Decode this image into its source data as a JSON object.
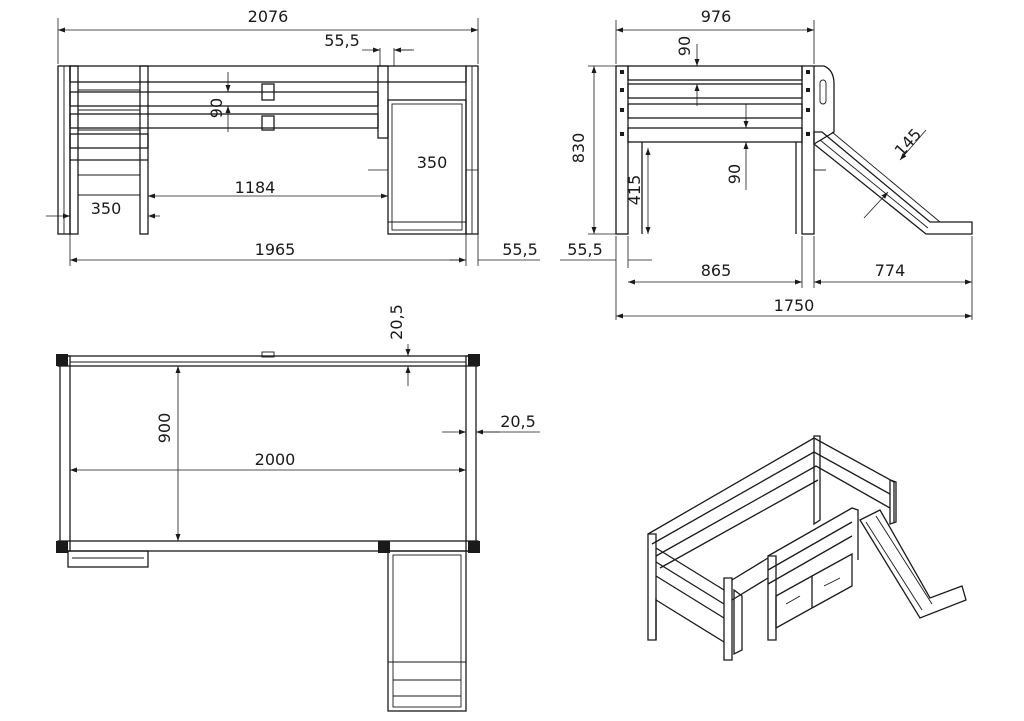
{
  "front_view": {
    "overall_length": "2076",
    "ladder_width_top": "55,5",
    "rail_spacing": "90",
    "slide_width": "350",
    "opening_length": "1184",
    "ladder_width": "350",
    "inner_length": "1965",
    "end_offset": "55,5"
  },
  "side_view": {
    "overall_width": "976",
    "rail_spacing_top": "90",
    "height": "830",
    "lower_rail_spacing": "90",
    "under_height": "415",
    "slide_board": "145",
    "offset_left": "55,5",
    "frame_width": "865",
    "slide_projection": "774",
    "total_width": "1750"
  },
  "top_view": {
    "post_top": "20,5",
    "mattress_width": "900",
    "post_side": "20,5",
    "mattress_length": "2000"
  },
  "isometric_view": {
    "description_icon": "isometric-bed-icon"
  }
}
